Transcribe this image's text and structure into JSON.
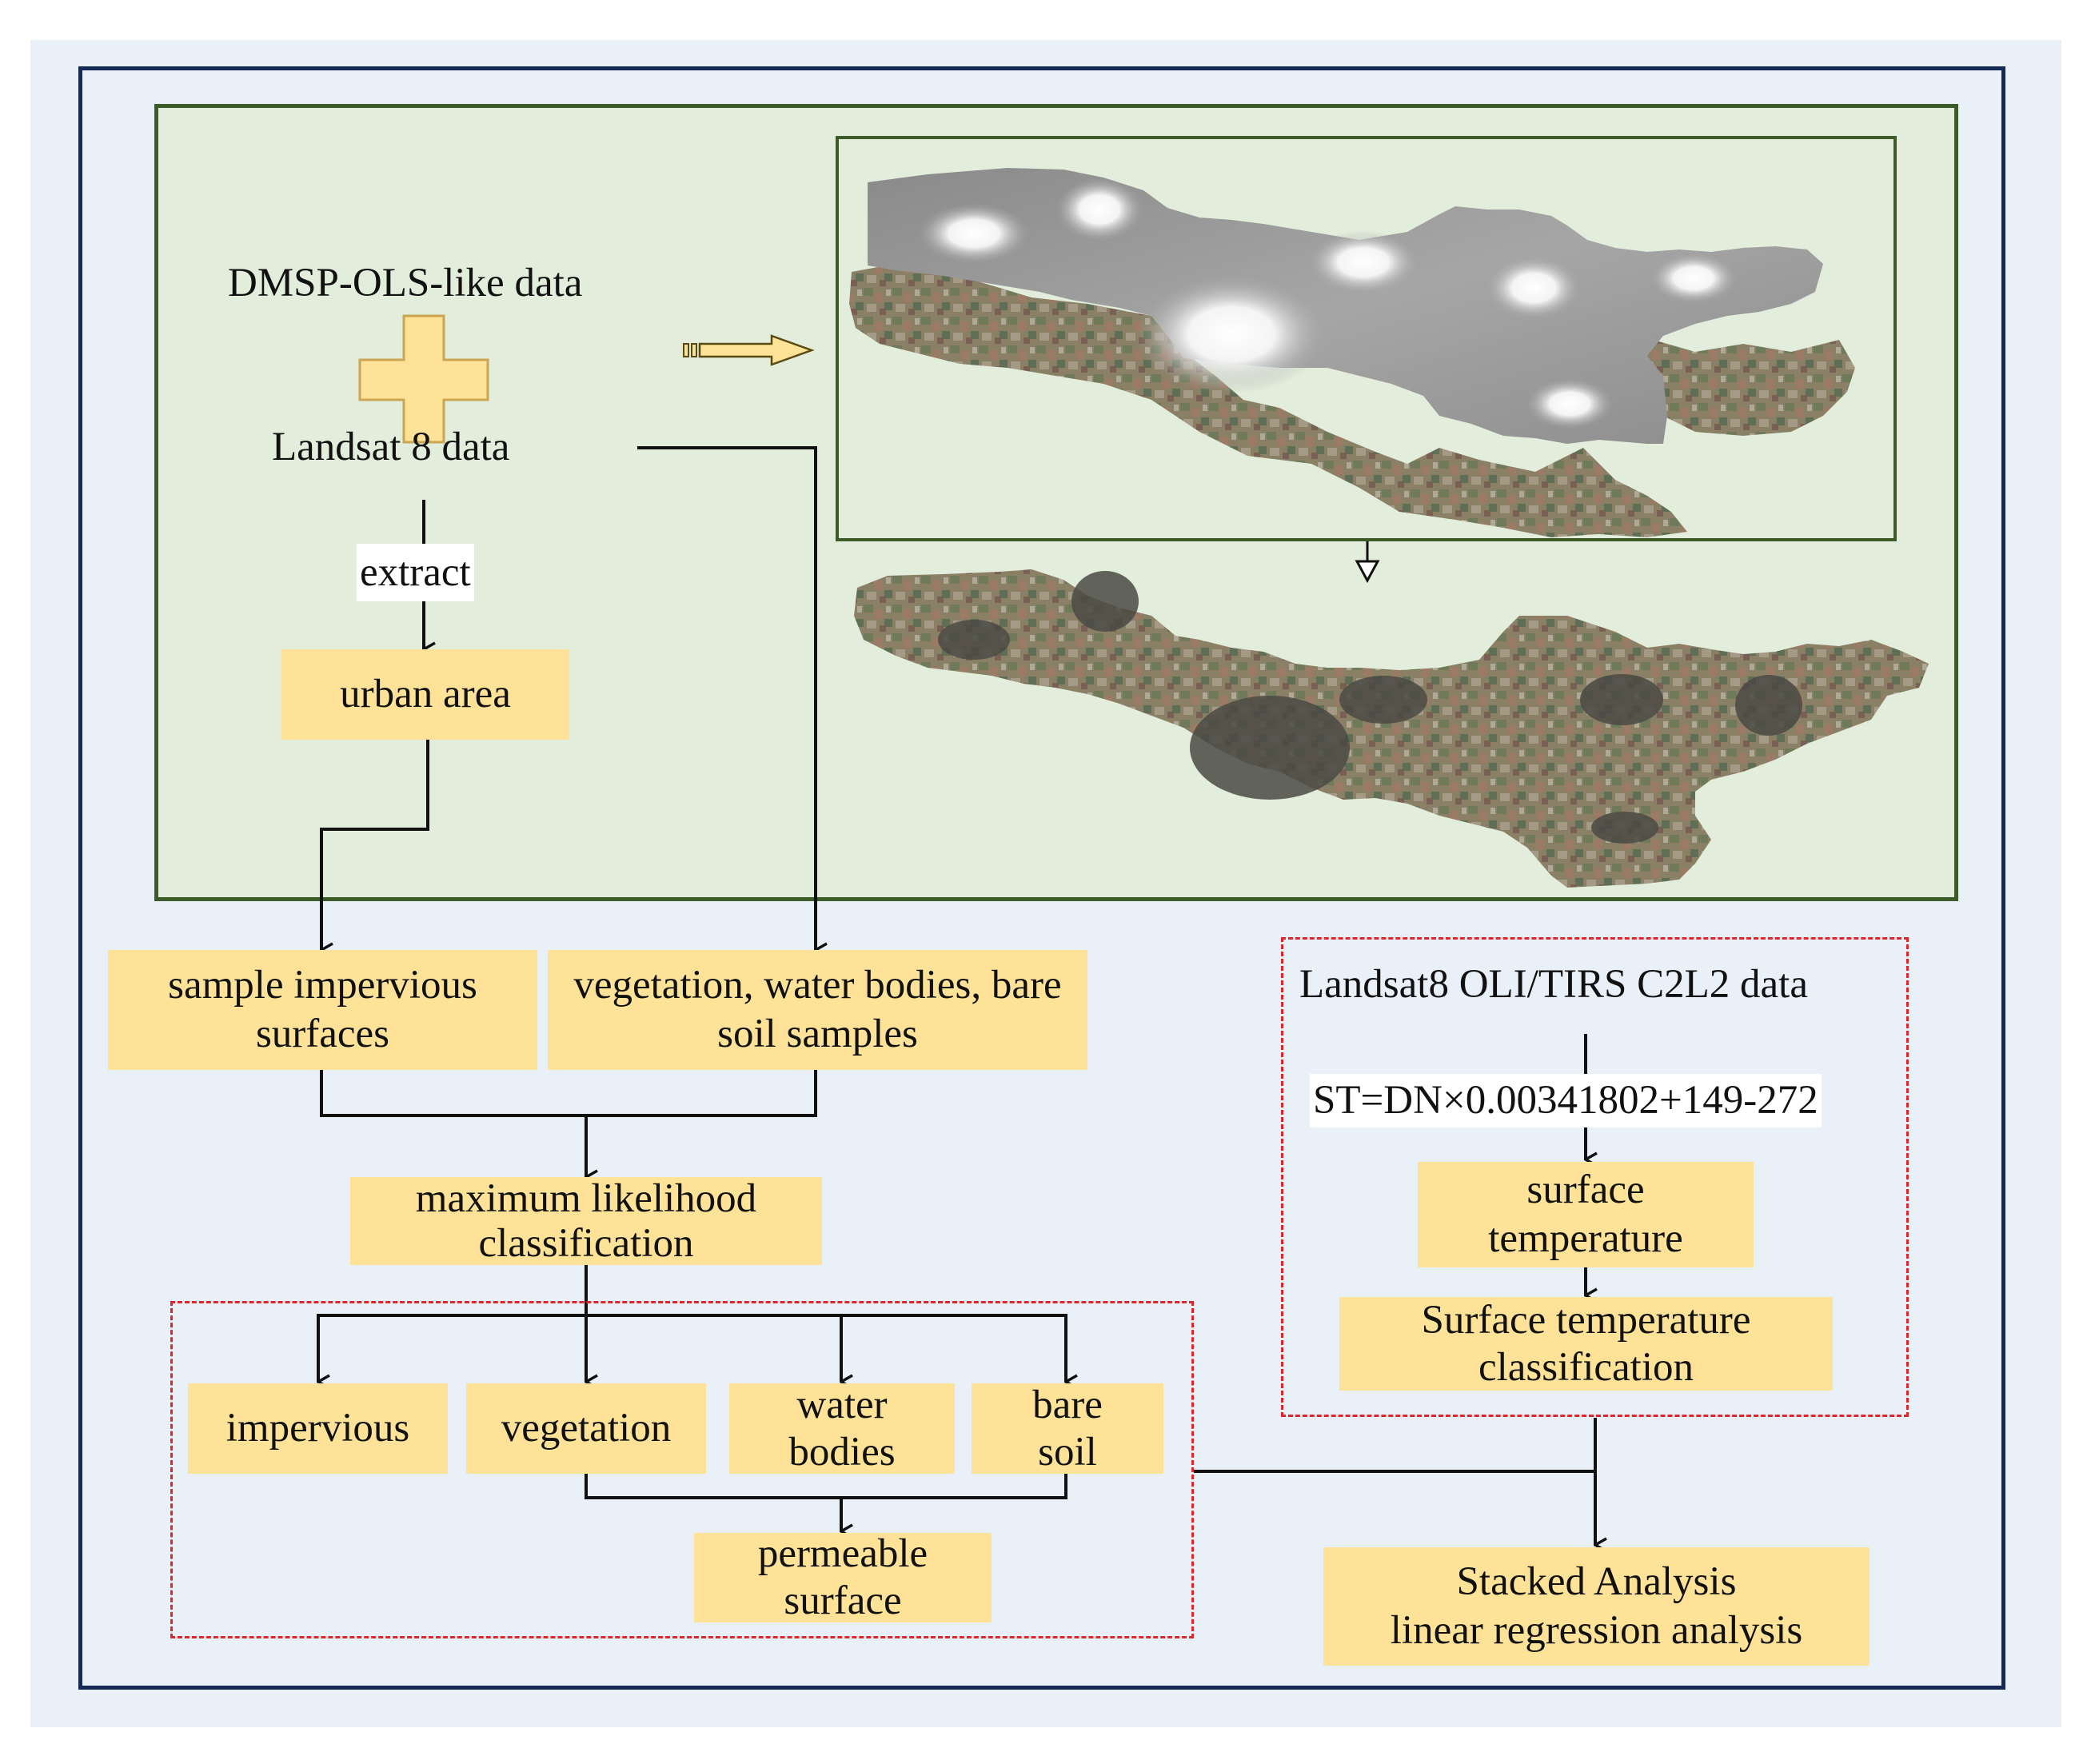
{
  "inputs": {
    "dmsp": "DMSP-OLS-like data",
    "landsat": "Landsat 8 data",
    "extract": "extract"
  },
  "urban": {
    "label": "urban area"
  },
  "samples": {
    "impervious": "sample impervious surfaces",
    "other": "vegetation, water bodies, bare soil samples"
  },
  "mlc": {
    "label": "maximum likelihood classification"
  },
  "classes": {
    "impervious": "impervious",
    "vegetation": "vegetation",
    "water": "water bodies",
    "bare": "bare soil",
    "permeable": "permeable surface"
  },
  "temperature": {
    "source": "Landsat8 OLI/TIRS C2L2 data",
    "formula": "ST=DN×0.00341802+149-272",
    "surface": "surface temperature",
    "classification": "Surface temperature classification"
  },
  "result": {
    "line1": "Stacked Analysis",
    "line2": "linear regression analysis"
  },
  "colors": {
    "box_fill": "#fde298",
    "dash_red": "#e0262a",
    "green_panel": "#e2eedb",
    "frame_navy": "#152856"
  }
}
